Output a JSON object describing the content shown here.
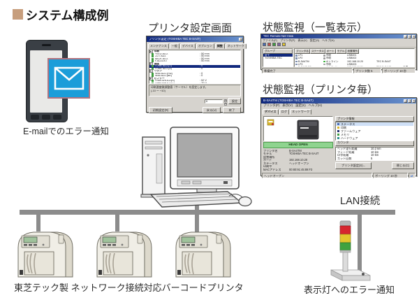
{
  "page": {
    "title": "システム構成例"
  },
  "captions": {
    "email": "E-mailでのエラー通知",
    "printer_setting": "プリンタ設定画面",
    "status_list": "状態監視（一覧表示）",
    "status_each": "状態監視（プリンタ毎）",
    "lan": "LAN接続",
    "printers": "東芝テック製 ネットワーク接続対応バーコードプリンタ",
    "tower": "表示灯へのエラー通知"
  },
  "colors": {
    "accent_square": "#c79e7d",
    "email_blue": "#1b9dd9",
    "lan_gray": "#8c8c8c",
    "banner_green": "#8fd48f",
    "tower_red": "#d6262e",
    "tower_yellow": "#e3c62c",
    "tower_green": "#3fa23f"
  },
  "setting_dialog": {
    "title": "プリンタ設定 (TOSHIBA TEC B-SA4T)",
    "close_label": "×",
    "tabs": [
      {
        "label": "メンテナンス"
      },
      {
        "label": "一般"
      },
      {
        "label": "デバイス"
      },
      {
        "label": "オプション"
      },
      {
        "label": "調整",
        "active": true
      },
      {
        "label": "ネットワーク"
      }
    ],
    "tree": [
      {
        "label": "印刷",
        "group": true
      },
      {
        "label": "FEED ADJ.",
        "value": "50 mm"
      },
      {
        "label": "CUT ADJ.",
        "value": "50 mm"
      },
      {
        "label": "BACK ADJ.",
        "value": "50 mm"
      },
      {
        "label": "X ADJUST",
        "value": "50 mm"
      },
      {
        "label": "濃度",
        "group": true
      },
      {
        "label": "TONE ADJ.(T)",
        "value": "0",
        "selected": true
      },
      {
        "label": "TONE ADJ.(D)",
        "value": "0"
      },
      {
        "label": "リボン",
        "group": true
      },
      {
        "label": "RBN ADJ.(FW)",
        "value": "0"
      },
      {
        "label": "RBN ADJ.(BK)",
        "value": "0"
      },
      {
        "label": "センサー",
        "group": true
      },
      {
        "label": "THRESHOLD(R)",
        "value": "52 V"
      },
      {
        "label": "THRESHOLD(T)",
        "value": "70 V"
      }
    ],
    "description": "印刷濃度微調整値（サーマル）を設定します。",
    "description2": "(-10 ～ +10)",
    "value_input": "0",
    "set_button": "設定",
    "init_button": "初期設定(R)",
    "back_button": "戻る(U)",
    "exit_button": "終了"
  },
  "list_window": {
    "title": "TEC Remote Net View",
    "window_controls": [
      "_",
      "□",
      "×"
    ],
    "menus": [
      "ファイル(F)",
      "プリンタ(P)",
      "表示(V)",
      "設定(S)",
      "ヘルプ(H)"
    ],
    "group_header": "グループ",
    "groups": [
      {
        "label": "全て",
        "selected": true
      },
      {
        "label": "TOSHIBA TEC"
      }
    ],
    "columns": [
      "プリンタ名",
      "ステータス",
      "ポート",
      "モデル",
      "設置場所"
    ],
    "rows": [
      {
        "name": "LP1",
        "status": "不明",
        "port": "USB001",
        "model": "",
        "location": "",
        "online": false
      },
      {
        "name": "LP2",
        "status": "不明",
        "port": "USB002",
        "model": "",
        "location": "",
        "online": false
      },
      {
        "name": "B-SA4TM",
        "status": "オンライン",
        "port": "192.168.10.20",
        "model": "TEC B-SA4T",
        "location": "",
        "online": true
      },
      {
        "name": "LP3",
        "status": "不明",
        "port": "USB003",
        "model": "",
        "location": "",
        "online": false
      },
      {
        "name": "B-SA4T GS",
        "status": "オンライン",
        "port": "192.168.10.21",
        "model": "TEC B-SA4T",
        "location": "倉庫",
        "online": true
      }
    ],
    "status_left": "準備完了",
    "status_mid": "プリンタ数 5",
    "status_right": "ポーリング 10 秒"
  },
  "printer_window": {
    "title": "B-SA4TM (TOSHIBA TEC B-SA4T)",
    "window_controls": [
      "_",
      "□",
      "×"
    ],
    "menus": [
      "プリンタ(P)",
      "表示(V)",
      "設定(S)",
      "ヘルプ(H)"
    ],
    "tabs": [
      {
        "label": "デバイス",
        "active": true
      },
      {
        "label": "ログ"
      },
      {
        "label": "ネットワーク"
      }
    ],
    "banner": "HEAD OPEN",
    "properties": [
      {
        "label": "プリンタ名",
        "value": "B-SA4TM"
      },
      {
        "label": "モデル",
        "value": "TOSHIBA TEC B-SA4T"
      },
      {
        "label": "設置場所",
        "value": ""
      },
      {
        "label": "ポート",
        "value": "192.168.10.20"
      },
      {
        "label": "ステータス",
        "value": "ヘッドオープン"
      },
      {
        "label": "印刷中",
        "value": ""
      },
      {
        "label": "MACアドレス",
        "value": "00:80:91:45:89:F3"
      }
    ],
    "info_header": "プリンタ情報",
    "info_items": [
      {
        "label": "ステータス",
        "selected": true
      },
      {
        "label": "印刷"
      },
      {
        "label": "ファームウェア"
      },
      {
        "label": "メモリ"
      },
      {
        "label": "ハードウェア"
      }
    ],
    "counter_header": "カウンタ",
    "counters": [
      {
        "label": "ヘッド走行距離",
        "value": "10.2 km"
      },
      {
        "label": "フィード距離",
        "value": "10 km"
      },
      {
        "label": "印字距離",
        "value": "10 km"
      },
      {
        "label": "カット回数",
        "value": "5"
      }
    ],
    "settings_button": "プリンタ設定(S)...",
    "close_button": "閉じる(C)",
    "status_left": "ヘッドオープン",
    "status_right": "ポーリング 10 秒"
  }
}
